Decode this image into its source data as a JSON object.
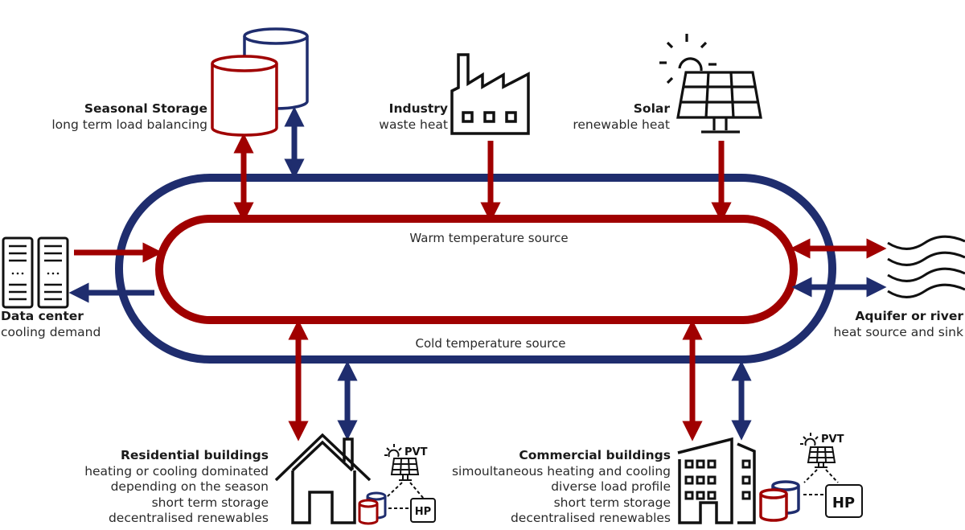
{
  "colors": {
    "warm": "#A00000",
    "cold": "#1F2D6E",
    "icon": "#111111"
  },
  "loops": {
    "warm_label": "Warm temperature source",
    "cold_label": "Cold temperature source"
  },
  "nodes": {
    "seasonal_storage": {
      "title": "Seasonal Storage",
      "lines": [
        "long term load balancing"
      ],
      "icon": "storage-tanks-icon"
    },
    "industry": {
      "title": "Industry",
      "lines": [
        "waste heat"
      ],
      "icon": "factory-icon"
    },
    "solar": {
      "title": "Solar",
      "lines": [
        "renewable heat"
      ],
      "icon": "solar-panel-icon"
    },
    "data_center": {
      "title": "Data center",
      "lines": [
        "cooling demand"
      ],
      "icon": "server-rack-icon"
    },
    "aquifer": {
      "title": "Aquifer or river",
      "lines": [
        "heat source and sink"
      ],
      "icon": "water-waves-icon"
    },
    "residential": {
      "title": "Residential buildings",
      "lines": [
        "heating or cooling dominated",
        "depending on the season",
        "short term storage",
        "decentralised renewables"
      ],
      "icon": "house-icon",
      "pvt_label": "PVT",
      "hp_label": "HP"
    },
    "commercial": {
      "title": "Commercial buildings",
      "lines": [
        "simoultaneous heating and cooling",
        "diverse load profile",
        "short term storage",
        "decentralised renewables"
      ],
      "icon": "office-building-icon",
      "pvt_label": "PVT",
      "hp_label": "HP"
    }
  }
}
